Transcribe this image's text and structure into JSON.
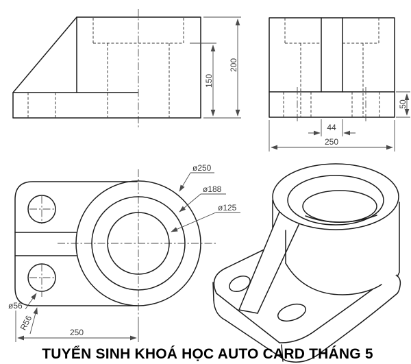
{
  "caption": "TUYỂN SINH KHOÁ HỌC AUTO CARD THÁNG 5",
  "front_view": {
    "dim_height_upper": "150",
    "dim_height_total": "200"
  },
  "side_view": {
    "dim_rib_width": "44",
    "dim_total_width": "250",
    "dim_base_height": "50"
  },
  "top_view": {
    "label_outer_diameter": "ø250",
    "label_counterbore_diameter": "ø188",
    "label_bore_diameter": "ø125",
    "label_hole_diameter": "ø56",
    "label_corner_radius": "R56",
    "dim_plate_length": "250"
  },
  "colors": {
    "object_line": "#1c1c1c",
    "thin_line": "#4a4a4a",
    "dimension_text": "#3a3a3a",
    "caption_text": "#000000",
    "background": "#ffffff"
  }
}
